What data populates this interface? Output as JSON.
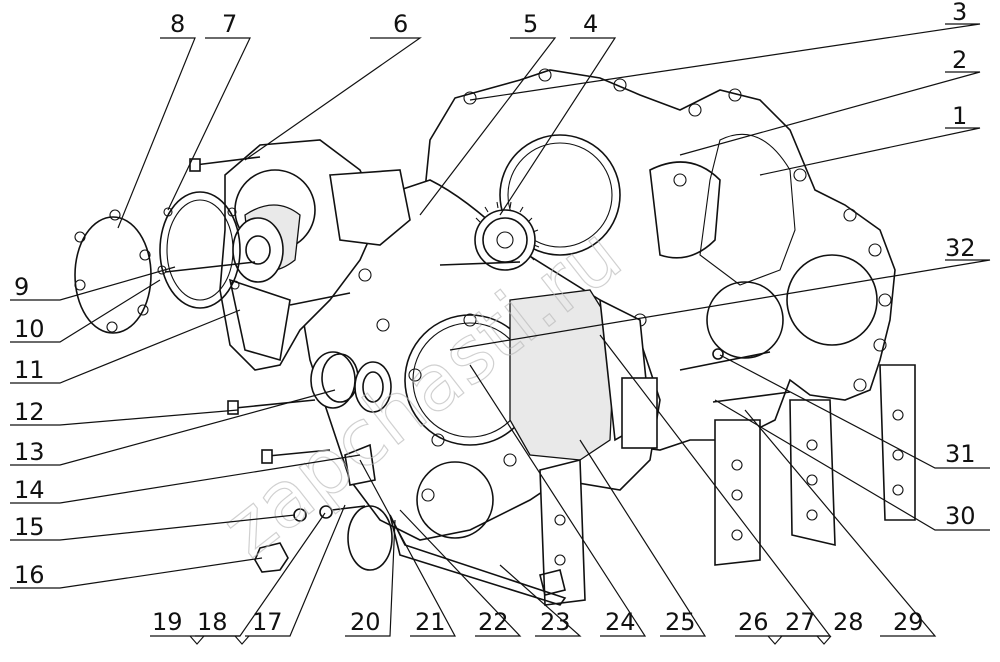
{
  "watermark": "zapchasti.ru",
  "labels": {
    "p1": "1",
    "p2": "2",
    "p3": "3",
    "p4": "4",
    "p5": "5",
    "p6": "6",
    "p7": "7",
    "p8": "8",
    "p9": "9",
    "p10": "10",
    "p11": "11",
    "p12": "12",
    "p13": "13",
    "p14": "14",
    "p15": "15",
    "p16": "16",
    "p17": "17",
    "p18": "18",
    "p19": "19",
    "p20": "20",
    "p21": "21",
    "p22": "22",
    "p23": "23",
    "p24": "24",
    "p25": "25",
    "p26": "26",
    "p27": "27",
    "p28": "28",
    "p29": "29",
    "p30": "30",
    "p31": "31",
    "p32": "32"
  }
}
